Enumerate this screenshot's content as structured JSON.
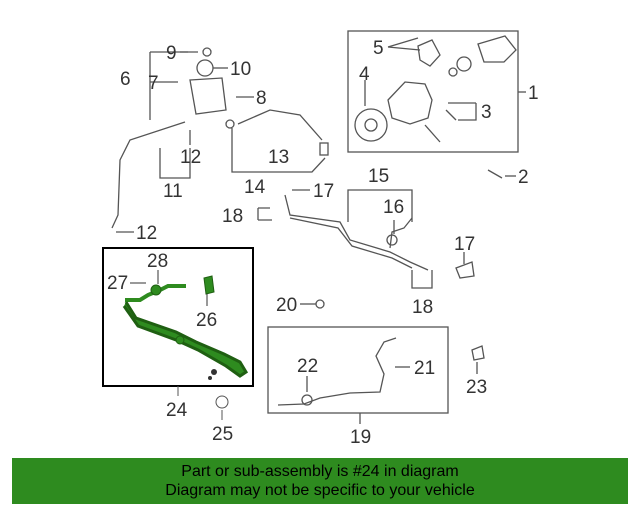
{
  "diagram": {
    "callouts": {
      "c1": "1",
      "c2": "2",
      "c3": "3",
      "c4": "4",
      "c5": "5",
      "c6": "6",
      "c7": "7",
      "c8": "8",
      "c9": "9",
      "c10": "10",
      "c11": "11",
      "c12a": "12",
      "c12b": "12",
      "c13": "13",
      "c14": "14",
      "c15": "15",
      "c16": "16",
      "c17a": "17",
      "c17b": "17",
      "c18a": "18",
      "c18b": "18",
      "c19": "19",
      "c20": "20",
      "c21": "21",
      "c22": "22",
      "c23": "23",
      "c24": "24",
      "c25": "25",
      "c26": "26",
      "c27": "27",
      "c28": "28"
    },
    "colors": {
      "line": "#555555",
      "highlight": "#2e8b1f",
      "banner_bg": "#2e8b1f"
    }
  },
  "banner": {
    "line1": "Part or sub-assembly is #24 in diagram",
    "line2": "Diagram may not be specific to your vehicle"
  }
}
